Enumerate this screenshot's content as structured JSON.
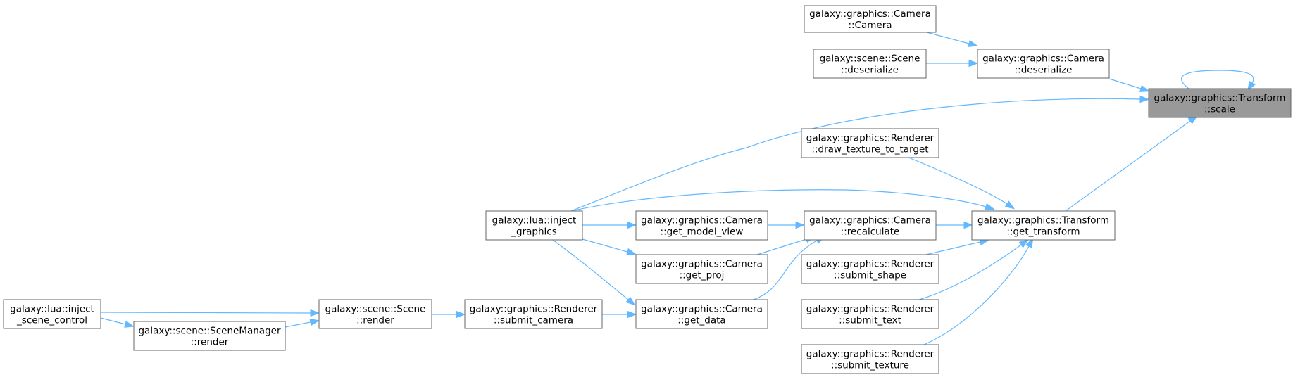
{
  "nodes": [
    {
      "id": "scale",
      "lines": [
        "galaxy::graphics::Transform",
        "::scale"
      ],
      "root": true
    },
    {
      "id": "cam_ctor",
      "lines": [
        "galaxy::graphics::Camera",
        "::Camera"
      ]
    },
    {
      "id": "cam_deser",
      "lines": [
        "galaxy::graphics::Camera",
        "::deserialize"
      ]
    },
    {
      "id": "scene_deser",
      "lines": [
        "galaxy::scene::Scene",
        "::deserialize"
      ]
    },
    {
      "id": "draw_tex",
      "lines": [
        "galaxy::graphics::Renderer",
        "::draw_texture_to_target"
      ]
    },
    {
      "id": "get_transform",
      "lines": [
        "galaxy::graphics::Transform",
        "::get_transform"
      ]
    },
    {
      "id": "lua_gfx",
      "lines": [
        "galaxy::lua::inject",
        "_graphics"
      ]
    },
    {
      "id": "model_view",
      "lines": [
        "galaxy::graphics::Camera",
        "::get_model_view"
      ]
    },
    {
      "id": "recalc",
      "lines": [
        "galaxy::graphics::Camera",
        "::recalculate"
      ]
    },
    {
      "id": "get_proj",
      "lines": [
        "galaxy::graphics::Camera",
        "::get_proj"
      ]
    },
    {
      "id": "submit_shape",
      "lines": [
        "galaxy::graphics::Renderer",
        "::submit_shape"
      ]
    },
    {
      "id": "submit_text",
      "lines": [
        "galaxy::graphics::Renderer",
        "::submit_text"
      ]
    },
    {
      "id": "submit_texture",
      "lines": [
        "galaxy::graphics::Renderer",
        "::submit_texture"
      ]
    },
    {
      "id": "get_data",
      "lines": [
        "galaxy::graphics::Camera",
        "::get_data"
      ]
    },
    {
      "id": "submit_camera",
      "lines": [
        "galaxy::graphics::Renderer",
        "::submit_camera"
      ]
    },
    {
      "id": "scene_render",
      "lines": [
        "galaxy::scene::Scene",
        "::render"
      ]
    },
    {
      "id": "lua_scene",
      "lines": [
        "galaxy::lua::inject",
        "_scene_control"
      ]
    },
    {
      "id": "mgr_render",
      "lines": [
        "galaxy::scene::SceneManager",
        "::render"
      ]
    }
  ],
  "edges": [
    {
      "from": "scale",
      "to": "scale"
    },
    {
      "from": "cam_ctor",
      "to": "cam_deser"
    },
    {
      "from": "scene_deser",
      "to": "cam_deser"
    },
    {
      "from": "cam_deser",
      "to": "scale"
    },
    {
      "from": "lua_gfx",
      "to": "scale"
    },
    {
      "from": "get_transform",
      "to": "scale"
    },
    {
      "from": "draw_tex",
      "to": "get_transform"
    },
    {
      "from": "lua_gfx",
      "to": "get_transform"
    },
    {
      "from": "recalc",
      "to": "get_transform"
    },
    {
      "from": "submit_shape",
      "to": "get_transform"
    },
    {
      "from": "submit_text",
      "to": "get_transform"
    },
    {
      "from": "submit_texture",
      "to": "get_transform"
    },
    {
      "from": "lua_gfx",
      "to": "model_view"
    },
    {
      "from": "lua_gfx",
      "to": "get_proj"
    },
    {
      "from": "lua_gfx",
      "to": "get_data"
    },
    {
      "from": "model_view",
      "to": "recalc"
    },
    {
      "from": "get_proj",
      "to": "recalc"
    },
    {
      "from": "get_data",
      "to": "recalc"
    },
    {
      "from": "submit_camera",
      "to": "get_data"
    },
    {
      "from": "scene_render",
      "to": "submit_camera"
    },
    {
      "from": "lua_scene",
      "to": "scene_render"
    },
    {
      "from": "mgr_render",
      "to": "scene_render"
    },
    {
      "from": "lua_scene",
      "to": "mgr_render"
    }
  ]
}
